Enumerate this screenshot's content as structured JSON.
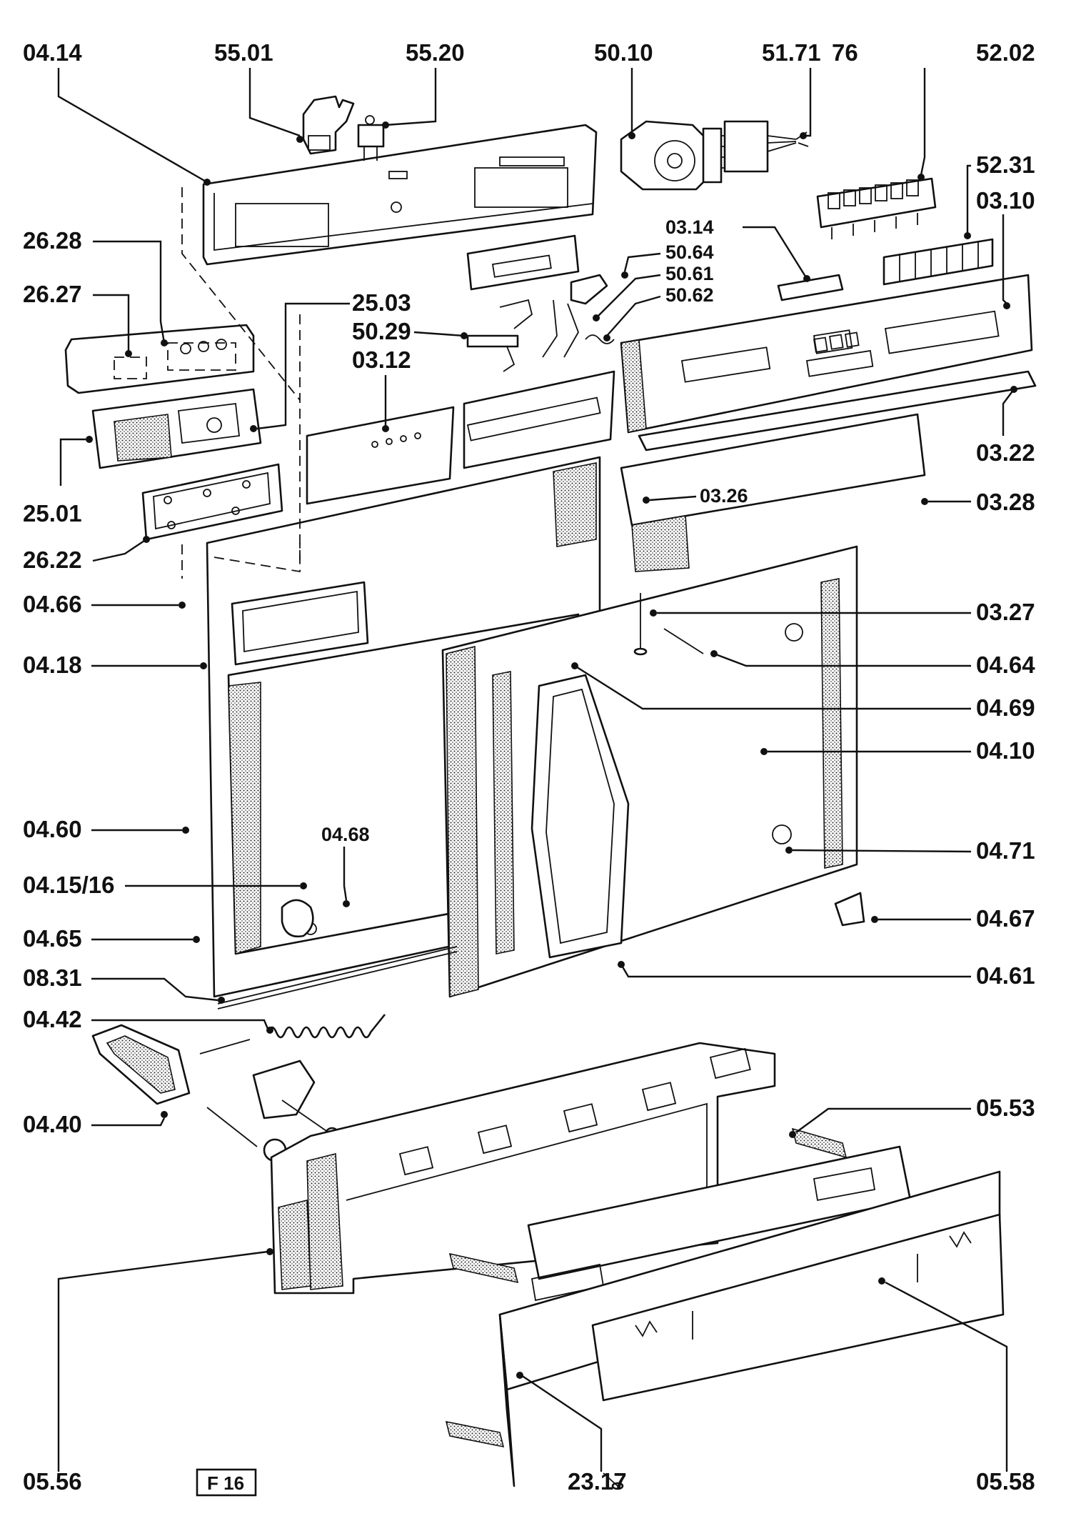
{
  "figure_tag": "F 16",
  "labels": {
    "l0414": "04.14",
    "l5501": "55.01",
    "l5520": "55.20",
    "l5010": "50.10",
    "l5171": "51.71",
    "l76": "76",
    "l5202": "52.02",
    "l5231": "52.31",
    "l0310": "03.10",
    "l2628": "26.28",
    "l2627": "26.27",
    "l0314": "03.14",
    "l5064": "50.64",
    "l5061": "50.61",
    "l5062": "50.62",
    "l2503": "25.03",
    "l5029": "50.29",
    "l0312": "03.12",
    "l0322": "03.22",
    "l2501": "25.01",
    "l0326": "03.26",
    "l0328": "03.28",
    "l2622": "26.22",
    "l0466": "04.66",
    "l0327": "03.27",
    "l0418": "04.18",
    "l0464": "04.64",
    "l0469": "04.69",
    "l0410": "04.10",
    "l0460": "04.60",
    "l0468": "04.68",
    "l0471": "04.71",
    "l041516": "04.15/16",
    "l0467": "04.67",
    "l0465": "04.65",
    "l0461": "04.61",
    "l0831": "08.31",
    "l0442": "04.42",
    "l0553": "05.53",
    "l0440": "04.40",
    "l0556": "05.56",
    "l2317": "23.17",
    "l0558": "05.58"
  }
}
